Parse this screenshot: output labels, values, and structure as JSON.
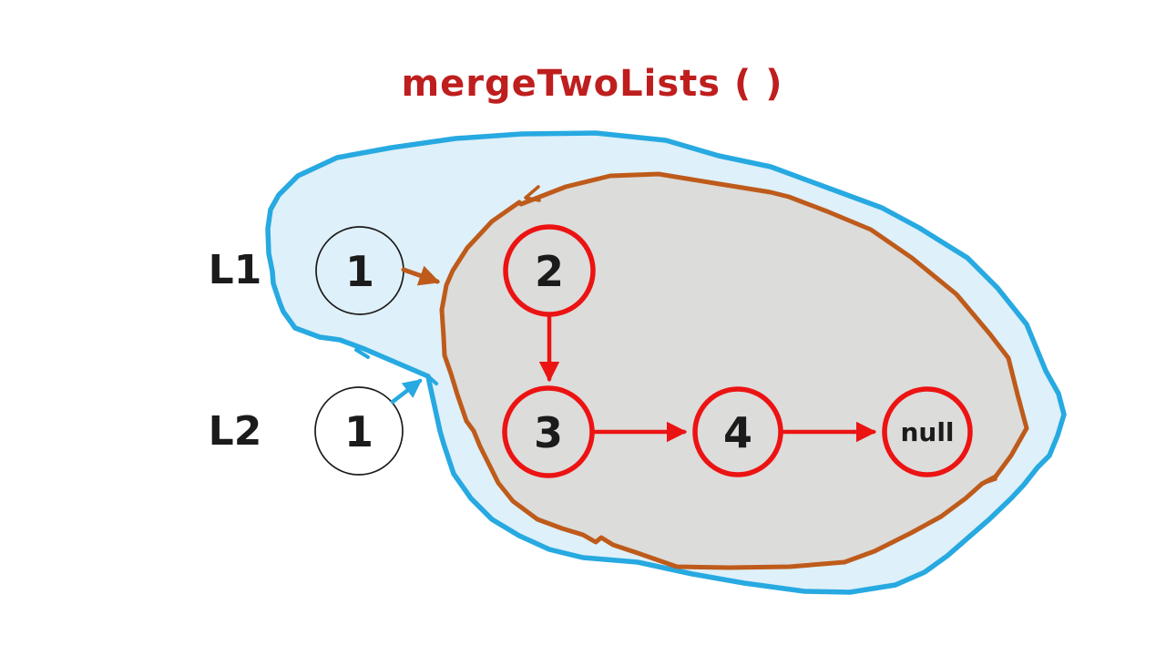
{
  "title": "mergeTwoLists ( )",
  "labels": {
    "l1": "L1",
    "l2": "L2"
  },
  "nodes": {
    "l1_head": "1",
    "l2_head": "1",
    "merged": [
      "2",
      "3",
      "4",
      "null"
    ]
  },
  "colors": {
    "title_red": "#bf1e1e",
    "node_red": "#ec1313",
    "outer_blob_stroke": "#27a9e1",
    "outer_blob_fill": "#def0f9",
    "inner_blob_stroke": "#be5b1b",
    "inner_blob_fill": "#dcdcda",
    "text_black": "#1b1b1b",
    "background": "#ffffff"
  }
}
